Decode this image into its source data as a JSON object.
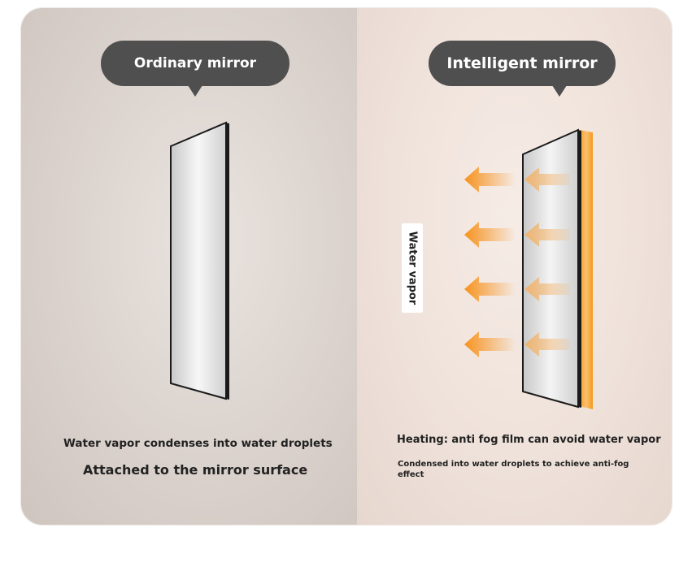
{
  "left": {
    "title": "Ordinary mirror",
    "caption_line1": "Water vapor condenses into water droplets",
    "caption_line2": "Attached to the mirror surface"
  },
  "right": {
    "title": "Intelligent mirror",
    "side_label": "Water vapor",
    "caption_line1": "Heating: anti fog film can avoid water vapor",
    "caption_line2": "Condensed into water droplets to achieve anti-fog effect"
  },
  "colors": {
    "bubble": "#4f4f4f",
    "heat_arrow": "#f7931e",
    "heating_film": "#f7a12a",
    "mirror_frame": "#1a1a1a"
  },
  "icons": {
    "arrow": "left-arrow-icon",
    "mirror": "mirror-icon"
  }
}
